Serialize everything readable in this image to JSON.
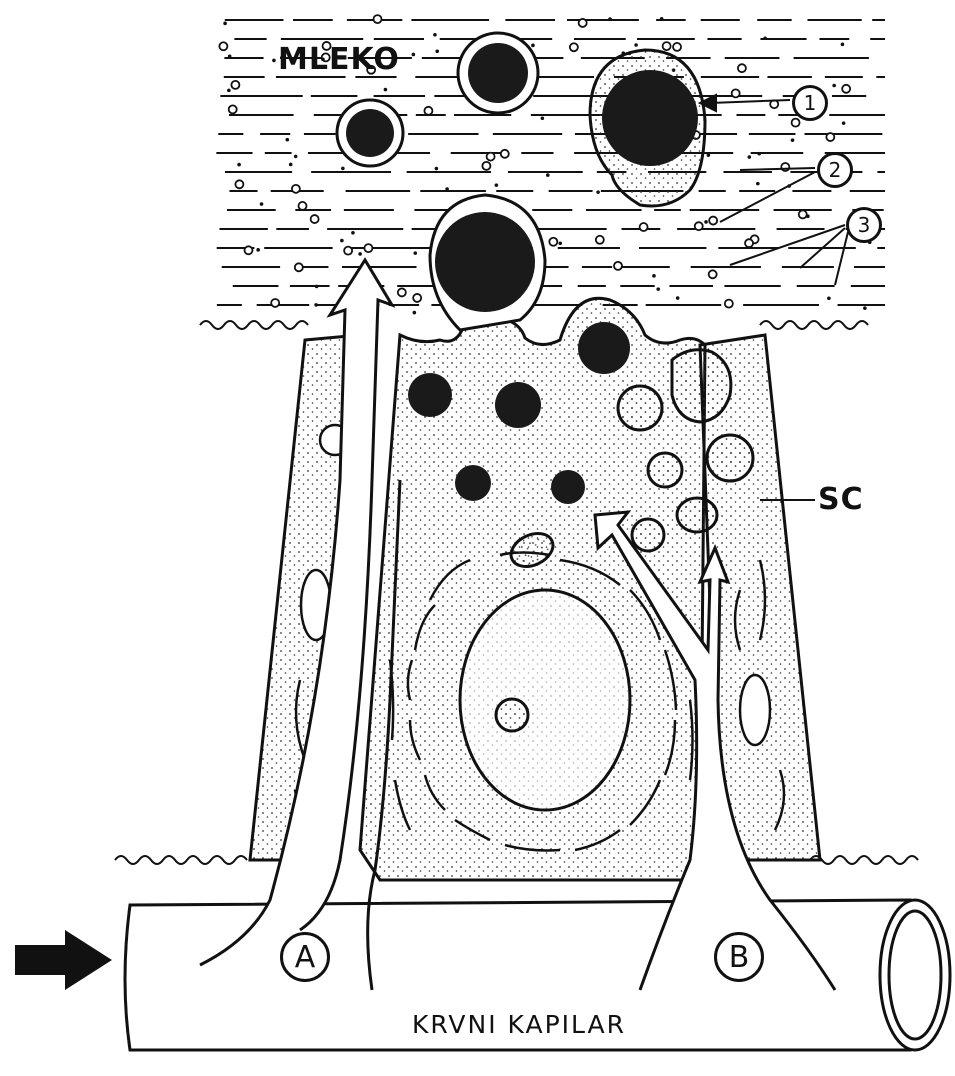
{
  "labels": {
    "milk": "MLEKO",
    "sc": "SC",
    "capillary": "KRVNI KAPILAR",
    "num1": "1",
    "num2": "2",
    "num3": "3",
    "path_a": "A",
    "path_b": "B"
  },
  "colors": {
    "ink": "#111111",
    "paper": "#ffffff",
    "stipple": "#333333"
  }
}
